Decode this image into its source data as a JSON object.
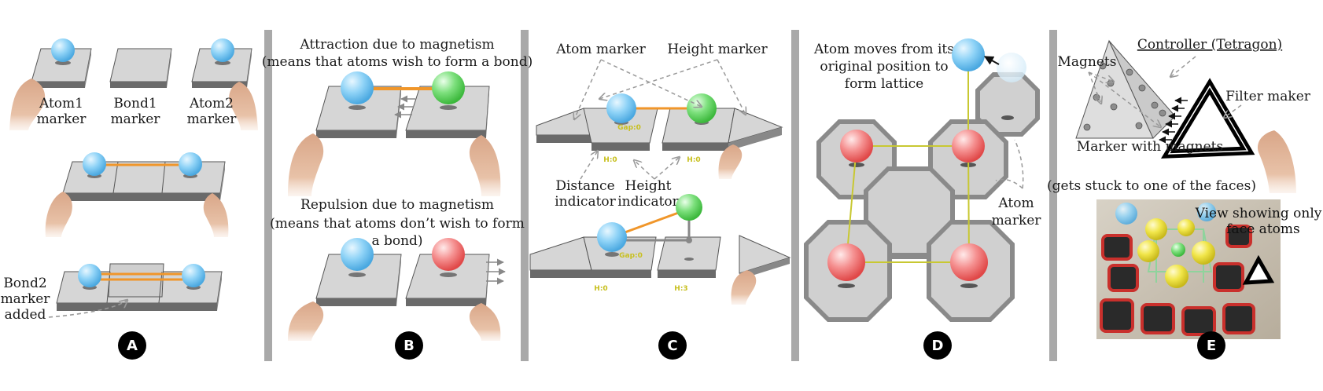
{
  "colors": {
    "divider": "#a9a9a9",
    "bond": "#f0962a",
    "atom_blue": "#6cc3f0",
    "atom_green": "#5fd35f",
    "atom_red": "#ef6a6a",
    "yellow_link": "#c8c832",
    "badge": "#000000"
  },
  "panels": {
    "a": {
      "badge": "A",
      "atom1_line1": "Atom1",
      "atom1_line2": "marker",
      "bond1_line1": "Bond1",
      "bond1_line2": "marker",
      "atom2_line1": "Atom2",
      "atom2_line2": "marker",
      "bond2_line1": "Bond2",
      "bond2_line2": "marker",
      "bond2_line3": "added"
    },
    "b": {
      "badge": "B",
      "attract_line1": "Attraction due to magnetism",
      "attract_line2": "(means that atoms wish to form a bond)",
      "repel_line1": "Repulsion due to magnetism",
      "repel_line2": "(means that atoms don’t wish to form",
      "repel_line3": "a bond)"
    },
    "c": {
      "badge": "C",
      "atom_marker": "Atom marker",
      "height_marker": "Height marker",
      "distance_line1": "Distance",
      "distance_line2": "indicator",
      "height_line1": "Height",
      "height_line2": "indicator",
      "tag_gap_top": "Gap:0",
      "tag_h_left_top": "H:0",
      "tag_h_right_top": "H:0",
      "tag_gap_bottom": "Gap:0",
      "tag_h_left_bottom": "H:0",
      "tag_h_right_bottom": "H:3"
    },
    "d": {
      "badge": "D",
      "moves_line1": "Atom moves from its",
      "moves_line2": "original position to",
      "moves_line3": "form lattice",
      "atom_line1": "Atom",
      "atom_line2": "marker"
    },
    "e": {
      "badge": "E",
      "controller": "Controller (Tetragon)",
      "magnets": "Magnets",
      "filter": "Filter maker",
      "marker_line1": "Marker with magnets",
      "marker_line2": "(gets stuck to one of the faces)",
      "view_line1": "View showing only",
      "view_line2": "face atoms"
    }
  }
}
